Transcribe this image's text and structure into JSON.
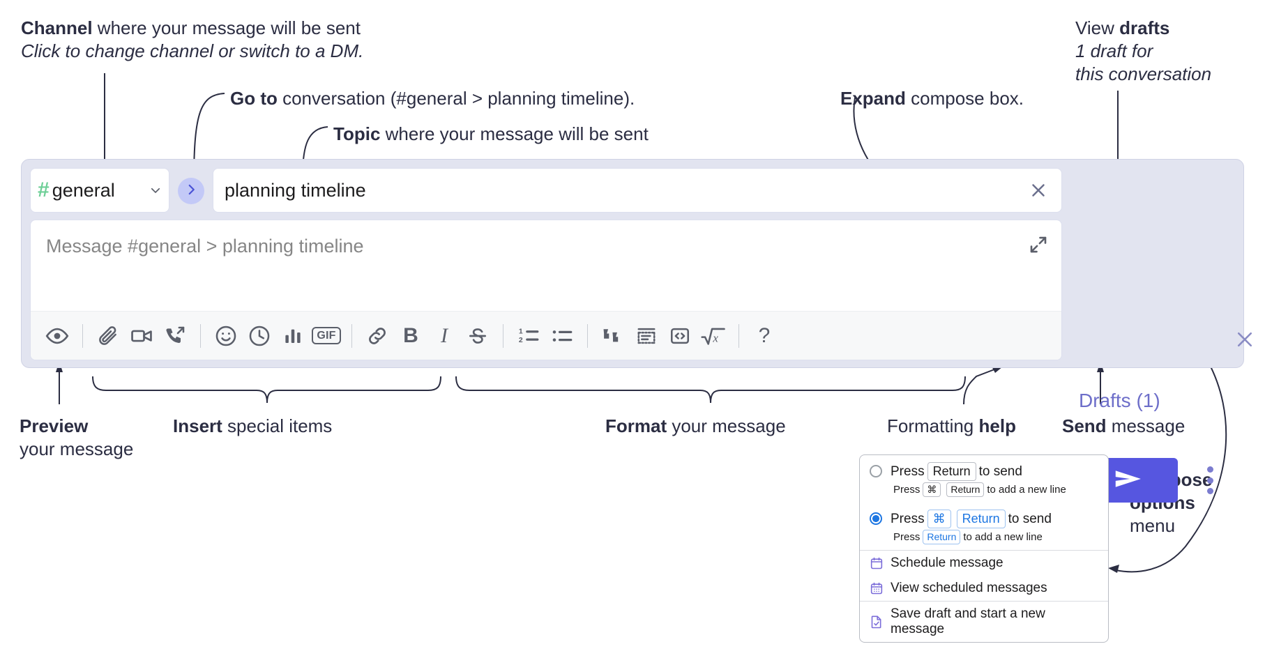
{
  "annotations": {
    "channel": {
      "bold": "Channel",
      "rest": " where your message will be sent",
      "italic": "Click to change channel or switch to a DM."
    },
    "goto": {
      "bold": "Go to",
      "rest": " conversation (#general > planning timeline)."
    },
    "topic": {
      "bold": "Topic",
      "rest": " where your message will be sent"
    },
    "expand": {
      "bold": "Expand",
      "rest": " compose box."
    },
    "drafts": {
      "plain": "View ",
      "bold": "drafts",
      "italic1": "1 draft for",
      "italic2": "this conversation"
    },
    "preview": {
      "bold": "Preview",
      "rest": "your message"
    },
    "insert": {
      "bold": "Insert",
      "rest": " special items"
    },
    "format": {
      "bold": "Format",
      "rest": " your message"
    },
    "formatting_help": {
      "plain": "Formatting ",
      "bold": "help"
    },
    "send": {
      "bold": "Send",
      "rest": " message"
    },
    "compose_options": {
      "bold1": "Compose",
      "bold2": "options",
      "rest": "menu"
    }
  },
  "compose": {
    "channel_name": "general",
    "channel_hash": "#",
    "goto_icon": "chevron-right-icon",
    "topic_value": "planning timeline",
    "topic_clear_icon": "close-icon",
    "message_placeholder": "Message #general > planning timeline",
    "expand_icon": "expand-icon",
    "drafts_label": "Drafts (1)",
    "send_icon": "paper-plane-icon",
    "kebab_icon": "more-vertical-icon",
    "panel_close_icon": "close-icon",
    "toolbar": [
      {
        "name": "preview-icon",
        "type": "icon",
        "title": "Preview"
      },
      {
        "name": "separator",
        "type": "sep"
      },
      {
        "name": "attachment-icon",
        "type": "icon",
        "title": "Attach file"
      },
      {
        "name": "video-icon",
        "type": "icon",
        "title": "Video clip"
      },
      {
        "name": "audio-call-icon",
        "type": "icon",
        "title": "Audio clip"
      },
      {
        "name": "separator",
        "type": "sep"
      },
      {
        "name": "emoji-icon",
        "type": "icon",
        "title": "Emoji"
      },
      {
        "name": "clock-icon",
        "type": "icon",
        "title": "Reminder"
      },
      {
        "name": "poll-icon",
        "type": "icon",
        "title": "Poll"
      },
      {
        "name": "gif-icon",
        "type": "gif",
        "label": "GIF",
        "title": "GIF"
      },
      {
        "name": "separator",
        "type": "sep"
      },
      {
        "name": "link-icon",
        "type": "icon",
        "title": "Link"
      },
      {
        "name": "bold-icon",
        "type": "glyph",
        "label": "B",
        "title": "Bold"
      },
      {
        "name": "italic-icon",
        "type": "glyph",
        "label": "I",
        "title": "Italic"
      },
      {
        "name": "strikethrough-icon",
        "type": "icon",
        "title": "Strikethrough"
      },
      {
        "name": "separator",
        "type": "sep"
      },
      {
        "name": "ordered-list-icon",
        "type": "icon",
        "title": "Ordered list"
      },
      {
        "name": "bulleted-list-icon",
        "type": "icon",
        "title": "Bulleted list"
      },
      {
        "name": "separator",
        "type": "sep"
      },
      {
        "name": "blockquote-icon",
        "type": "icon",
        "title": "Blockquote"
      },
      {
        "name": "code-block-icon",
        "type": "icon",
        "title": "Code block"
      },
      {
        "name": "code-icon",
        "type": "icon",
        "title": "Code"
      },
      {
        "name": "math-icon",
        "type": "icon",
        "title": "Math"
      },
      {
        "name": "separator",
        "type": "sep"
      },
      {
        "name": "help-icon",
        "type": "glyph",
        "label": "?",
        "title": "Formatting help"
      }
    ]
  },
  "options_menu": {
    "option1": {
      "selected": false,
      "press": "Press",
      "key": "Return",
      "action": "to send",
      "sub_press": "Press",
      "sub_key1": "⌘",
      "sub_key2": "Return",
      "sub_action": "to add a new line"
    },
    "option2": {
      "selected": true,
      "press": "Press",
      "key1": "⌘",
      "key2": "Return",
      "action": "to send",
      "sub_press": "Press",
      "sub_key": "Return",
      "sub_action": "to add a new line"
    },
    "items": [
      {
        "icon": "calendar-icon",
        "label": "Schedule message"
      },
      {
        "icon": "calendar-grid-icon",
        "label": "View scheduled messages"
      },
      {
        "icon": "draft-save-icon",
        "label": "Save draft and start a new message"
      }
    ]
  },
  "colors": {
    "panel_bg": "#e2e4f0",
    "send_button": "#5656e0",
    "accent_purple": "#6d6ec9",
    "hash_green": "#6ecf97",
    "goto_bg": "#c3c9f7",
    "radio_blue": "#1d76e2",
    "menu_icon": "#7b6cd9",
    "text": "#2b2d42"
  }
}
